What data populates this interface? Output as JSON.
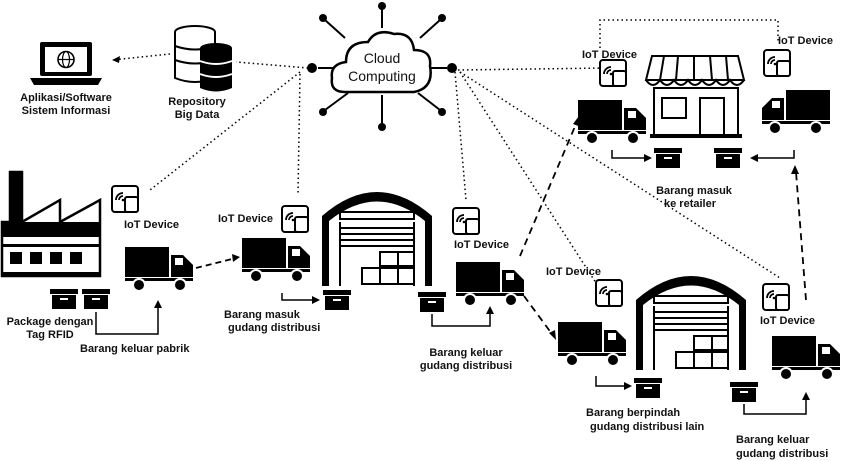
{
  "cloud": {
    "line1": "Cloud",
    "line2": "Computing"
  },
  "repository": {
    "line1": "Repository",
    "line2": "Big Data"
  },
  "app": {
    "line1": "Aplikasi/Software",
    "line2": "Sistem Informasi"
  },
  "iot_label": "IoT Device",
  "factory": {
    "package_line1": "Package dengan",
    "package_line2": "Tag RFID",
    "out_label": "Barang keluar pabrik"
  },
  "warehouse1": {
    "in_line1": "Barang masuk",
    "in_line2": "gudang distribusi",
    "out_line1": "Barang keluar",
    "out_line2": "gudang distribusi"
  },
  "retailer": {
    "in_line1": "Barang masuk",
    "in_line2": "ke retailer"
  },
  "warehouse2": {
    "move_line1": "Barang berpindah",
    "move_line2": "gudang distribusi lain",
    "out_line1": "Barang keluar",
    "out_line2": "gudang distribusi"
  },
  "icons": [
    "laptop-icon",
    "database-icon",
    "cloud-icon",
    "factory-icon",
    "truck-icon",
    "warehouse-icon",
    "store-icon",
    "rfid-device-icon",
    "package-icon"
  ]
}
